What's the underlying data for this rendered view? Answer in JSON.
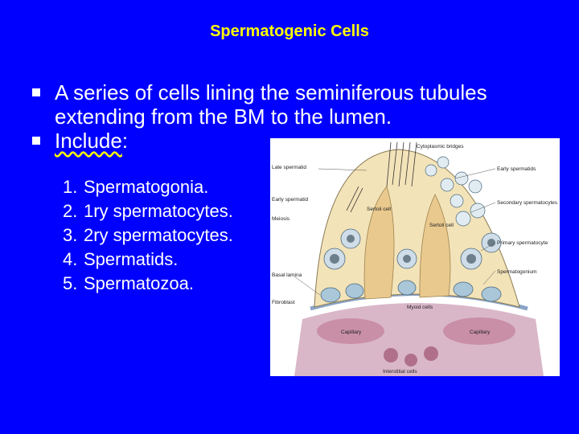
{
  "slide": {
    "title": "Spermatogenic Cells",
    "bullets": [
      {
        "text": "A series of cells lining the  seminiferous tubules extending from the BM to the lumen."
      },
      {
        "text_word": "Include",
        "text_suffix": ":"
      }
    ],
    "numbered_items": [
      {
        "num": "1.",
        "text": "Spermatogonia."
      },
      {
        "num": "2.",
        "text": "1ry spermatocytes."
      },
      {
        "num": "3.",
        "text": "2ry spermatocytes."
      },
      {
        "num": "4.",
        "text": "Spermatids."
      },
      {
        "num": "5.",
        "text": "Spermatozoa."
      }
    ]
  },
  "figure": {
    "labels": {
      "cytoplasmic_bridges": "Cytoplasmic bridges",
      "late_spermatid": "Late spermatid",
      "early_spermatids": "Early spermatids",
      "early_spermatid": "Early spermatid",
      "meiosis": "Meiosis",
      "sertoli_cell_1": "Sertoli cell",
      "sertoli_cell_2": "Sertoli cell",
      "secondary_spermatocytes": "Secondary spermatocytes",
      "primary_spermatocyte": "Primary spermatocyte",
      "basal_lamina": "Basal lamina",
      "spermatogonium": "Spermatogonium",
      "fibroblast": "Fibroblast",
      "myoid_cells": "Myoid cells",
      "capillary_1": "Capillary",
      "capillary_2": "Capillary",
      "interstitial_cells": "Interstitial cells"
    }
  },
  "colors": {
    "background": "#0000FF",
    "title": "#FFFF00",
    "text": "#FFFFFF"
  }
}
